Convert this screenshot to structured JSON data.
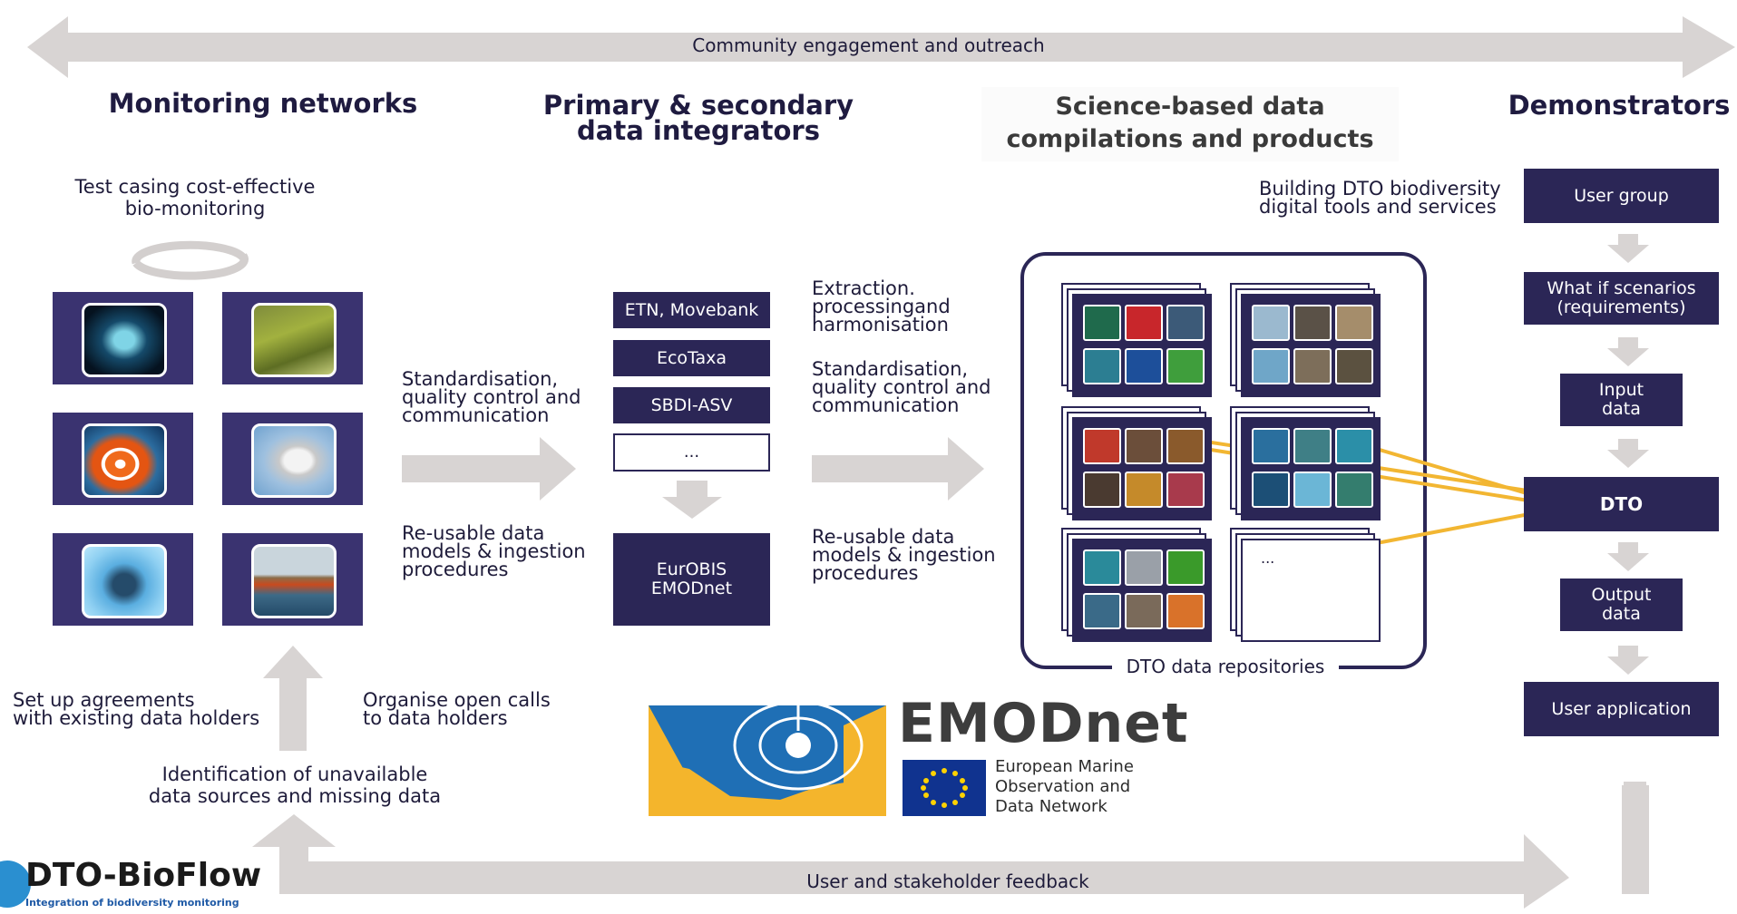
{
  "banners": {
    "top": "Community engagement and outreach",
    "bottom": "User and stakeholder feedback"
  },
  "columns": {
    "monitoring": "Monitoring networks",
    "integrators_line1": "Primary & secondary",
    "integrators_line2": "data integrators",
    "science_line1": "Science-based data",
    "science_line2": "compilations and products",
    "demonstrators": "Demonstrators"
  },
  "monitoring": {
    "test_line1": "Test casing cost-effective",
    "test_line2": "bio-monitoring",
    "set_up_line1": "Set up agreements",
    "set_up_line2": "with existing data holders",
    "organise_line1": "Organise open calls",
    "organise_line2": "to data holders",
    "identify_line1": "Identification of unavailable",
    "identify_line2": "data sources and missing data"
  },
  "flow1": {
    "standard_line1": "Standardisation,",
    "standard_line2": "quality control and",
    "standard_line3": "communication",
    "reuse_line1": "Re-usable data",
    "reuse_line2": "models & ingestion",
    "reuse_line3": "procedures"
  },
  "integrators": {
    "items": [
      "ETN, Movebank",
      "EcoTaxa",
      "SBDI-ASV",
      "..."
    ],
    "target_line1": "EurOBIS",
    "target_line2": "EMODnet"
  },
  "flow2": {
    "extract_line1": "Extraction.",
    "extract_line2": "processingand",
    "extract_line3": "harmonisation",
    "standard_line1": "Standardisation,",
    "standard_line2": "quality control and",
    "standard_line3": "communication",
    "reuse_line1": "Re-usable data",
    "reuse_line2": "models & ingestion",
    "reuse_line3": "procedures"
  },
  "repositories": {
    "label": "DTO data repositories",
    "ellipsis": "..."
  },
  "demonstrators": {
    "building_line1": "Building DTO biodiversity",
    "building_line2": "digital tools and services",
    "steps": [
      {
        "line1": "User group",
        "line2": ""
      },
      {
        "line1": "What if scenarios",
        "line2": "(requirements)"
      },
      {
        "line1": "Input",
        "line2": "data"
      },
      {
        "line1": "DTO",
        "line2": ""
      },
      {
        "line1": "Output",
        "line2": "data"
      },
      {
        "line1": "User application",
        "line2": ""
      }
    ]
  },
  "emodnet": {
    "name": "EMODnet",
    "sub_line1": "European Marine",
    "sub_line2": "Observation and",
    "sub_line3": "Data Network"
  },
  "dto_bioflow": {
    "name": "DTO-BioFlow",
    "tagline": "Integration of biodiversity monitoring"
  },
  "colors": {
    "navy": "#2b2656",
    "tile": "#3a3370",
    "gray_arrow": "#d8d4d3",
    "gold_arrow": "#f2b632",
    "emodnet_blue": "#1f6fb5",
    "emodnet_yellow": "#f4b52c"
  }
}
